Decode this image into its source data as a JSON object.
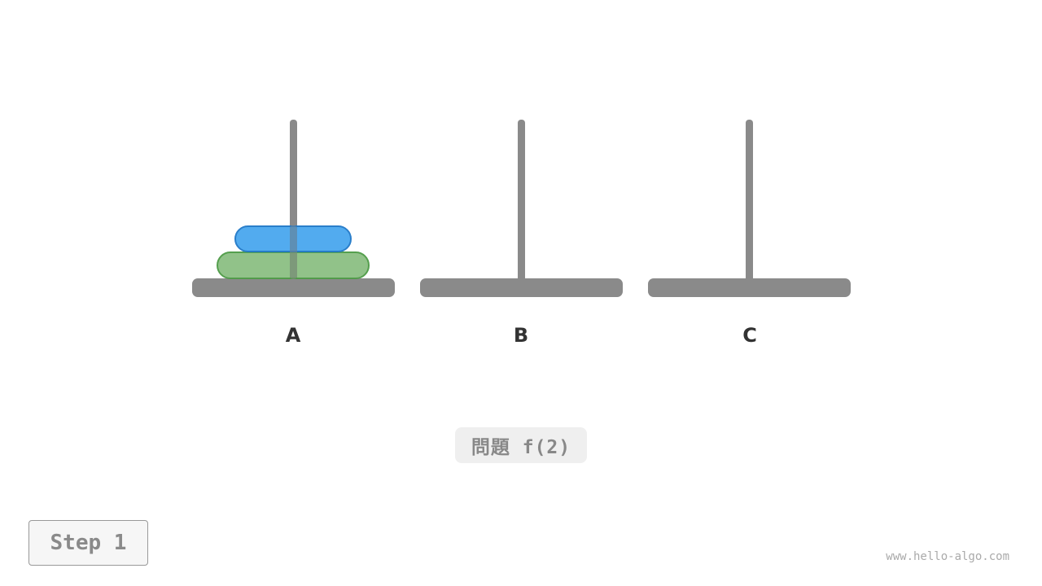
{
  "pegs": [
    {
      "label": "A"
    },
    {
      "label": "B"
    },
    {
      "label": "C"
    }
  ],
  "disks_on_A": [
    "small-blue",
    "large-green"
  ],
  "colors": {
    "rod": "#8a8a8a",
    "disk_small": "#2896eb",
    "disk_large": "#6eaf64"
  },
  "caption": "問題 f(2)",
  "step_label": "Step 1",
  "watermark": "www.hello-algo.com"
}
